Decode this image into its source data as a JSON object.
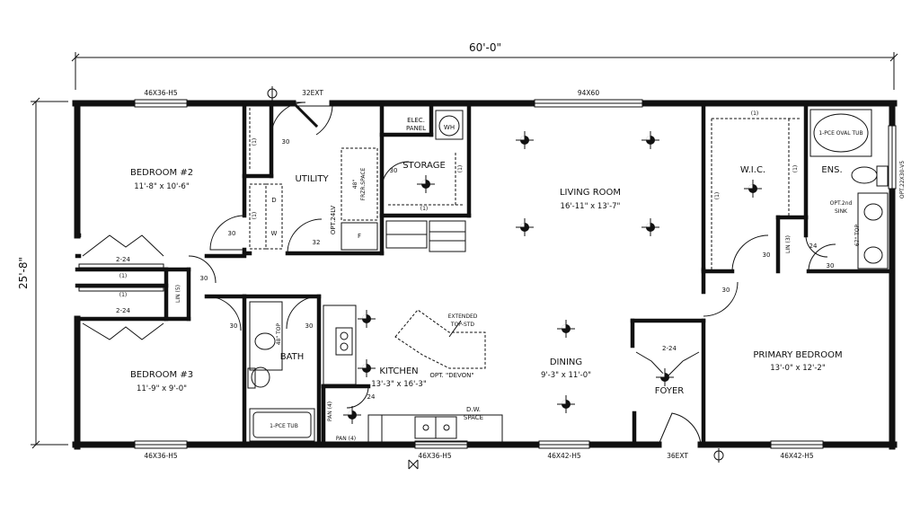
{
  "overall": {
    "width": "60'-0\"",
    "depth": "25'-8\""
  },
  "rooms": {
    "bedroom2": {
      "name": "BEDROOM #2",
      "size": "11'-8\" x 10'-6\""
    },
    "bedroom3": {
      "name": "BEDROOM #3",
      "size": "11'-9\" x 9'-0\""
    },
    "utility": {
      "name": "UTILITY"
    },
    "storage": {
      "name": "STORAGE"
    },
    "living": {
      "name": "LIVING ROOM",
      "size": "16'-11\" x 13'-7\""
    },
    "kitchen": {
      "name": "KITCHEN",
      "size": "13'-3\" x 16'-3\""
    },
    "dining": {
      "name": "DINING",
      "size": "9'-3\" x 11'-0\""
    },
    "bath": {
      "name": "BATH"
    },
    "foyer": {
      "name": "FOYER"
    },
    "wic": {
      "name": "W.I.C."
    },
    "ens": {
      "name": "ENS."
    },
    "primary": {
      "name": "PRIMARY BEDROOM",
      "size": "13'-0\" x 12'-2\""
    }
  },
  "windows": {
    "bed2_top": "46X36-H5",
    "ext_door_top": "32EXT",
    "living_top": "94X60",
    "bed3_bottom": "46X36-H5",
    "kitchen_bottom": "46X36-H5",
    "dining_bottom": "46X42-H5",
    "front_door": "36EXT",
    "primary_bottom": "46X42-H5",
    "ens_right": "OPT.22X30-V5"
  },
  "notes": {
    "elec_panel_1": "ELEC.",
    "elec_panel_2": "PANEL",
    "wh": "WH",
    "frz_space_1": "48\"",
    "frz_space_2": "FRZR.SPACE",
    "opt_24lv": "OPT.24LV",
    "extended_top_1": "EXTENDED",
    "extended_top_2": "TOP-STD",
    "opt_devon": "OPT. \"DEVON\"",
    "dw_space_1": "D.W.",
    "dw_space_2": "SPACE",
    "oval_tub": "1-PCE OVAL TUB",
    "opt_sink_1": "OPT.2nd",
    "opt_sink_2": "SINK",
    "ens_top": "67\" TOP",
    "bath_top": "48\" TOP",
    "bath_tub": "1-PCE TUB",
    "pan": "PAN (4)",
    "pan_v": "PAN (4)",
    "lin": "LIN (5)",
    "lin2": "LIN (3)",
    "shelf": "(1)",
    "closet": "2-24",
    "washer": "W",
    "dryer": "D",
    "freezer": "F"
  },
  "door_swings": {
    "d30": "30",
    "d32": "32",
    "d24": "24"
  }
}
